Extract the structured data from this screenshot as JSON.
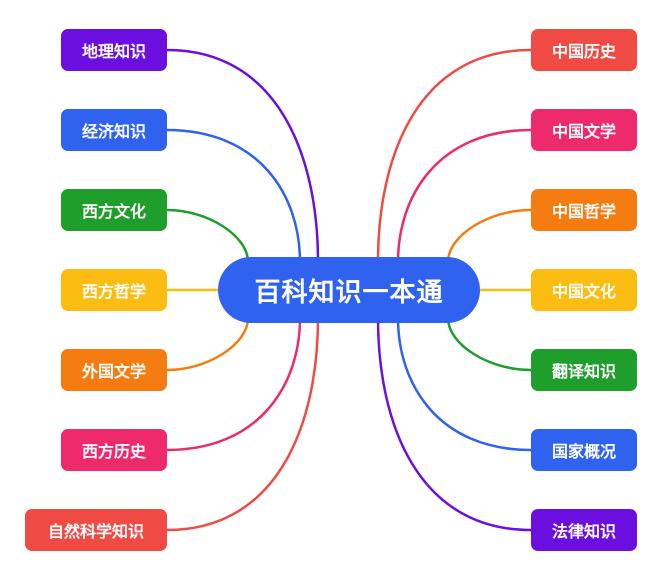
{
  "center": {
    "label": "百科知识一本通",
    "color": "#2f62ef"
  },
  "left_nodes": [
    {
      "label": "地理知识",
      "color": "#6a0fe0"
    },
    {
      "label": "经济知识",
      "color": "#2f62ef"
    },
    {
      "label": "西方文化",
      "color": "#1f9e2c"
    },
    {
      "label": "西方哲学",
      "color": "#fbbd12"
    },
    {
      "label": "外国文学",
      "color": "#f57c10"
    },
    {
      "label": "西方历史",
      "color": "#ee2a6c"
    },
    {
      "label": "自然科学知识",
      "color": "#f04a44"
    }
  ],
  "right_nodes": [
    {
      "label": "中国历史",
      "color": "#f04a44"
    },
    {
      "label": "中国文学",
      "color": "#ee2a6c"
    },
    {
      "label": "中国哲学",
      "color": "#f57c10"
    },
    {
      "label": "中国文化",
      "color": "#fbbd12"
    },
    {
      "label": "翻译知识",
      "color": "#1f9e2c"
    },
    {
      "label": "国家概况",
      "color": "#2f62ef"
    },
    {
      "label": "法律知识",
      "color": "#6a0fe0"
    }
  ]
}
